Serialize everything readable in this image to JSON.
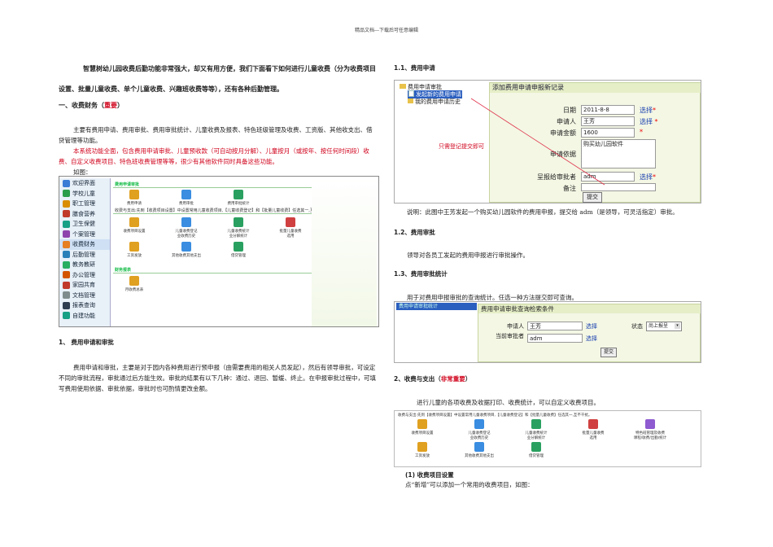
{
  "header": "精品文档---下载后可任意编辑",
  "left": {
    "intro": "智慧树幼儿园收费后勤功能非常强大，却又有用方便，我们下面看下如何进行儿童收费（分为收费项目设置、批量儿童收费、单个儿童收费、兴趣班收费等等），还有各种后勤管理。",
    "sec1_title": "一、收费财务（",
    "sec1_important": "重要",
    "sec1_close": "）",
    "sec1_body": "主要有费用申请、费用审批、费用审批统计、儿童收费及报表、特色班级管理及收费、工资版、其他收支出、借贷管理等功能。",
    "sec1_red": "本系统功能全面，包含费用申请审批、儿童预收款（可自动按月分解）、儿童按月（或按年、按任何时间段）收费、自定义收费项目、特色班收费管理等等，很少有其他软件同时具备这些功能。",
    "fig_label": "如图：",
    "sub1_title": "1、 费用申请和审批",
    "sub1_body": "费用申请和审批，主要是对于园内各种费用进行预申报（由需要费用的相关人员发起），然后有领导审批，可设定不同的审批流程，审批通过后方能生效。审批的结果有以下几种：通过、退回、暂缓、终止。在申报审批过程中，可填写费用使用依据、审批依据，审批时也可酌情更改金额。"
  },
  "sidebar_menu": [
    "欢迎界面",
    "学校儿童",
    "职工管理",
    "膳食营养",
    "卫生保健",
    "个案管理",
    "收费财务",
    "后勤管理",
    "教务教研",
    "办公管理",
    "家园共育",
    "文档管理",
    "报表查询",
    "自建功能"
  ],
  "menu_colors": [
    "#3a7bd5",
    "#2a9d4a",
    "#d98e04",
    "#c0392b",
    "#16a085",
    "#8e44ad",
    "#e67e22",
    "#2980b9",
    "#27ae60",
    "#d35400",
    "#c0392b",
    "#7f8c8d",
    "#2c3e50",
    "#16a085"
  ],
  "screen1": {
    "section_a": "费用申请审批",
    "mods_a": [
      "费用申请",
      "费用审批",
      "费用审批统计"
    ],
    "section_b_hint": "收费与支出:先到【收费项目设置】中设置常用儿童收费项目,【儿童收费登记】和【批量儿童收费】任选其一,互不干扰。",
    "mods_b": [
      "收费项目设置",
      "儿童收费登记\n业收费历史",
      "儿童收费统计\n业分解统计",
      "批量儿童收费\n选用",
      "特色班管理及收费\n课程/收费/出勤/统计"
    ],
    "mods_c": [
      "工资发放",
      "其他收费其他支出",
      "借贷管理"
    ],
    "section_c": "财务报表",
    "mods_d": [
      "月收费总表"
    ]
  },
  "right": {
    "s11": "1.1、费用申请",
    "tree_root": "费用申请审批",
    "tree_child1": "发起新的费用申请",
    "tree_child2": "我的费用申请历史",
    "form_title": "添加费用申请申报新记录",
    "f_date_label": "日期",
    "f_date_value": "2011-8-8",
    "f_applicant_label": "申请人",
    "f_applicant_value": "王芳",
    "f_amount_label": "申请金额",
    "f_amount_value": "1600",
    "f_basis_label": "申请依据",
    "f_basis_value": "购买幼儿园软件",
    "f_approver_label": "呈报给审批者",
    "f_approver_value": "adm",
    "f_remark_label": "备注",
    "select_label": "选择",
    "submit_label": "提交",
    "annotation": "只需登记提交即可",
    "s11_desc": "说明：此图中王芳发起一个购买幼儿园软件的费用申报，提交给 adm（是领导，可灵活指定）审批。",
    "s12": "1.2、费用审批",
    "s12_body": "领导对各员工发起的费用申报进行审批操作。",
    "s13": "1.3、费用审批统计",
    "s13_body": "用于对费用申报审批的查询统计。任选一种方法提交即可查询。",
    "q_tab": "费用申请审批统计",
    "q_title": "费用申请审批查询检索条件",
    "q_applicant_label": "申请人",
    "q_applicant_value": "王芳",
    "q_approver_label": "当前审批者",
    "q_approver_value": "adm",
    "q_status_label": "状态",
    "q_status_value": "尚上报呈",
    "q_submit": "提交",
    "s2_title": "2、收费与支出（",
    "s2_important": "非常重要",
    "s2_close": "）",
    "s2_body": "进行儿童的各项收费及收据打印、收费统计，可以自定义收费项目。",
    "s21": "(1) 收费项目设置",
    "s21_body": "点“新增”可以添加一个常用的收费项目，如图："
  }
}
